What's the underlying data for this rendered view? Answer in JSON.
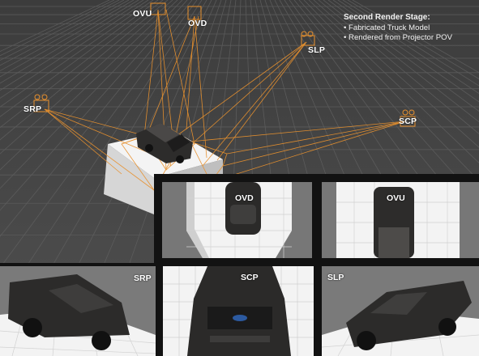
{
  "scene": {
    "camera_labels": {
      "ovu": "OVU",
      "ovd": "OVD",
      "slp": "SLP",
      "srp": "SRP",
      "scp": "SCP"
    },
    "info": {
      "title": "Second Render Stage:",
      "bullets": [
        "• Fabricated Truck Model",
        "• Rendered from Projector POV"
      ]
    }
  },
  "views": {
    "ovd": "OVD",
    "ovu": "OVU",
    "srp": "SRP",
    "scp": "SCP",
    "slp": "SLP"
  },
  "colors": {
    "background_floor": "#4a4a4a",
    "grid_line": "#5c5c5c",
    "projector_frustum": "#e8912e",
    "render_bg": "#7a7a7a",
    "render_floor": "#f2f2f2",
    "truck_body": "#2c2b2a",
    "panel_border": "#121212"
  }
}
